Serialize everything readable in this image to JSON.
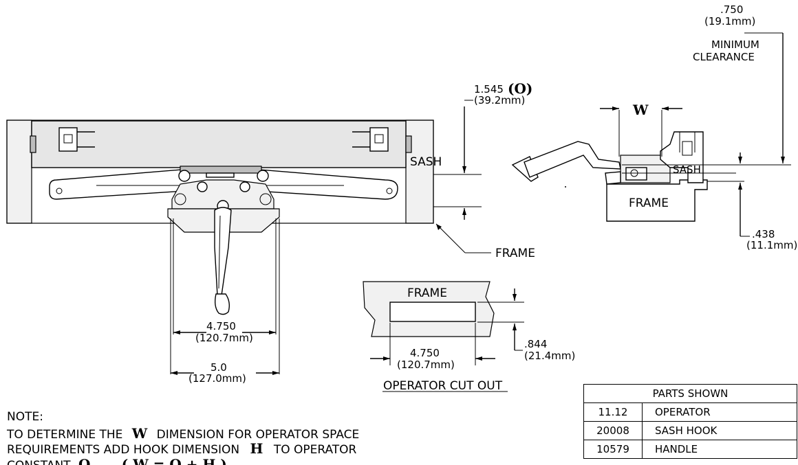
{
  "labels": {
    "sash": "SASH",
    "frame": "FRAME",
    "cutout_frame": "FRAME",
    "side_sash": "SASH",
    "side_frame": "FRAME",
    "w_symbol": "W",
    "cutout_title": "OPERATOR CUT OUT"
  },
  "dimensions": {
    "clearance_in": ".750",
    "clearance_mm": "(19.1mm)",
    "clearance_line1": "MINIMUM",
    "clearance_line2": "CLEARANCE",
    "o_in": "1.545",
    "o_symbol": "(O)",
    "o_mm": "(39.2mm)",
    "h_in": ".438",
    "h_mm": "(11.1mm)",
    "inner_in": "4.750",
    "inner_mm": "(120.7mm)",
    "outer_in": "5.0",
    "outer_mm": "(127.0mm)",
    "cut_w_in": "4.750",
    "cut_w_mm": "(120.7mm)",
    "cut_h_in": ".844",
    "cut_h_mm": "(21.4mm)"
  },
  "note": {
    "title": "NOTE:",
    "line1_a": "TO DETERMINE THE",
    "line1_sym": "W",
    "line1_b": "DIMENSION FOR OPERATOR SPACE",
    "line2_a": "REQUIREMENTS ADD HOOK DIMENSION",
    "line2_sym": "H",
    "line2_b": "TO OPERATOR",
    "line3_a": "CONSTANT",
    "line3_sym": "O",
    "line3_formula": "( W = O + H )"
  },
  "parts_table": {
    "header": "PARTS SHOWN",
    "rows": [
      {
        "part": "11.12",
        "name": "OPERATOR"
      },
      {
        "part": "20008",
        "name": "SASH HOOK"
      },
      {
        "part": "10579",
        "name": "HANDLE"
      }
    ]
  }
}
